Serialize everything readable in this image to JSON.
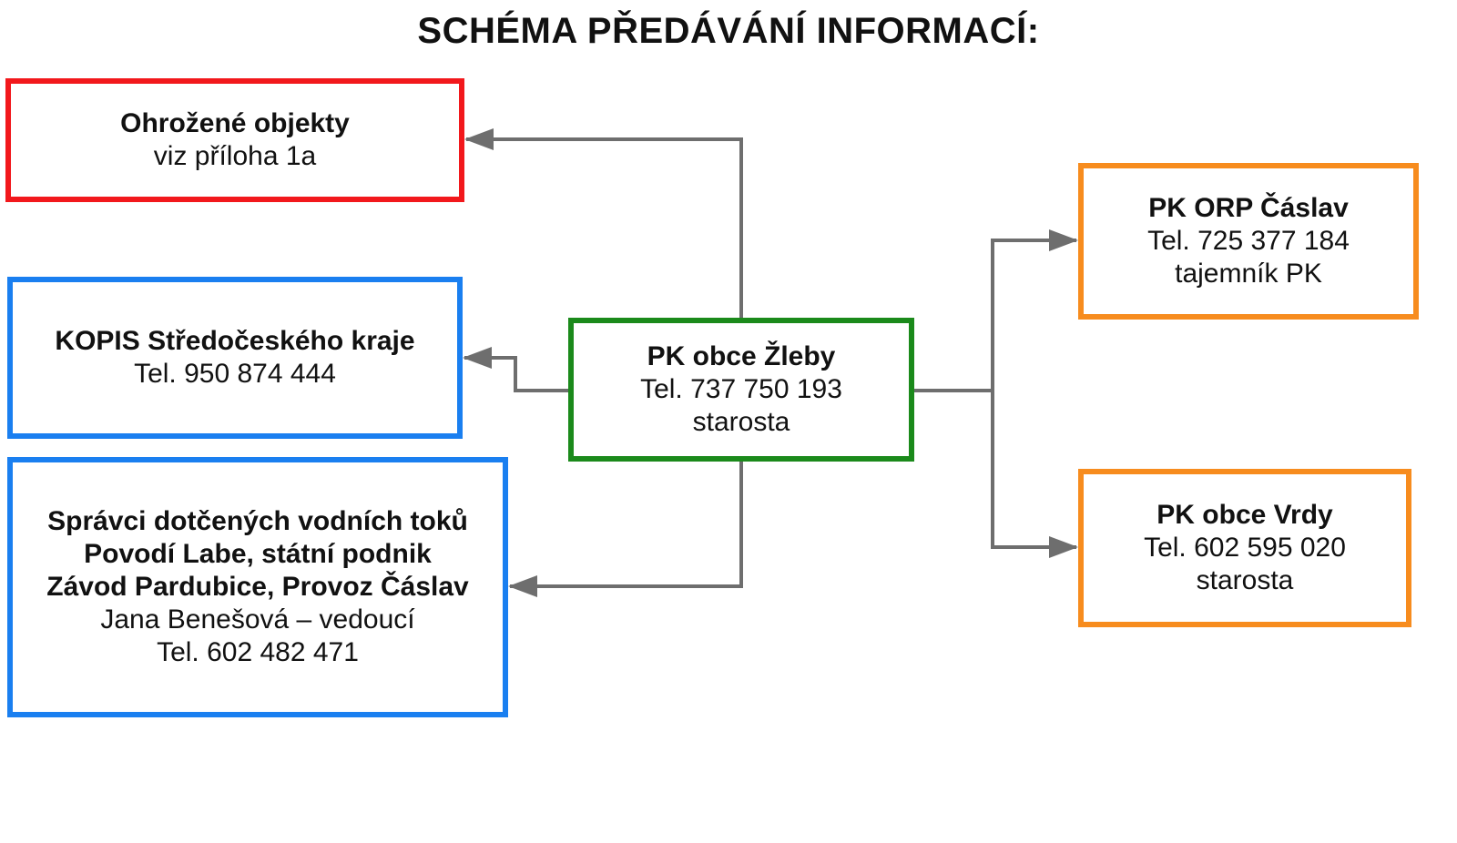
{
  "title": "SCHÉMA PŘEDÁVÁNÍ INFORMACÍ:",
  "colors": {
    "threatened_border": "#f2181c",
    "blue_border": "#1a7ff0",
    "center_border": "#1b8a1b",
    "orange_border": "#f78c1e",
    "connector": "#6e6e6e"
  },
  "nodes": {
    "threatened": {
      "lines": [
        {
          "text": "Ohrožené objekty",
          "bold": true
        },
        {
          "text": "viz příloha 1a",
          "bold": false
        }
      ]
    },
    "kopis": {
      "lines": [
        {
          "text": "KOPIS Středočeského kraje",
          "bold": true
        },
        {
          "text": "Tel. 950 874 444",
          "bold": false
        }
      ]
    },
    "rivers": {
      "lines": [
        {
          "text": "Správci dotčených vodních toků",
          "bold": true
        },
        {
          "text": "Povodí Labe, státní podnik",
          "bold": true
        },
        {
          "text": "Závod Pardubice, Provoz Čáslav",
          "bold": true
        },
        {
          "text": "Jana Benešová – vedoucí",
          "bold": false
        },
        {
          "text": "Tel. 602 482 471",
          "bold": false
        }
      ]
    },
    "center": {
      "lines": [
        {
          "text": "PK obce Žleby",
          "bold": true
        },
        {
          "text": "Tel. 737 750 193",
          "bold": false
        },
        {
          "text": "starosta",
          "bold": false
        }
      ]
    },
    "orp": {
      "lines": [
        {
          "text": "PK ORP Čáslav",
          "bold": true
        },
        {
          "text": "Tel. 725 377 184",
          "bold": false
        },
        {
          "text": "tajemník PK",
          "bold": false
        }
      ]
    },
    "vrdy": {
      "lines": [
        {
          "text": "PK obce Vrdy",
          "bold": true
        },
        {
          "text": "Tel. 602 595 020",
          "bold": false
        },
        {
          "text": "starosta",
          "bold": false
        }
      ]
    }
  },
  "edges": [
    {
      "from": "center",
      "to": "threatened"
    },
    {
      "from": "center",
      "to": "kopis"
    },
    {
      "from": "center",
      "to": "rivers"
    },
    {
      "from": "center",
      "to": "orp"
    },
    {
      "from": "center",
      "to": "vrdy"
    }
  ]
}
